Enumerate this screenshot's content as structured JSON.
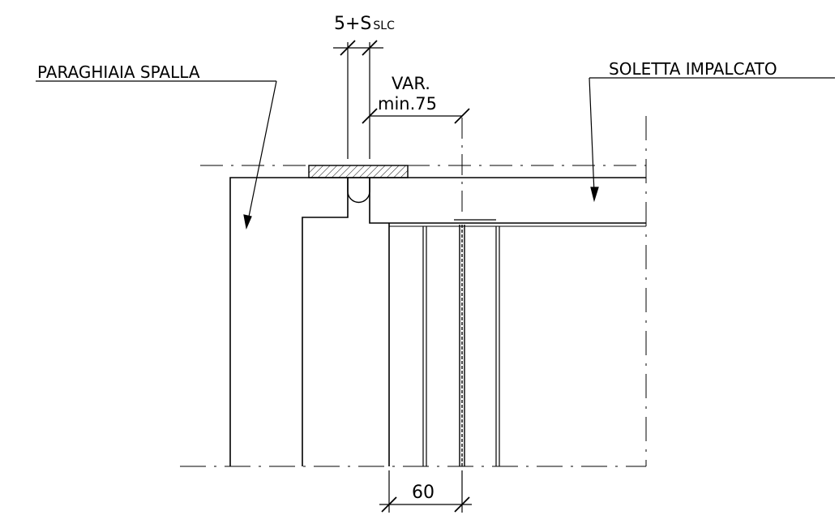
{
  "labels": {
    "left_callout": "PARAGHIAIA SPALLA",
    "right_callout": "SOLETTA IMPALCATO",
    "joint_dim_main": "5+S",
    "joint_dim_sub": "SLC",
    "gap_dim_line1": "VAR.",
    "gap_dim_line2": "min.75",
    "bottom_dim": "60"
  },
  "colors": {
    "line": "#000000",
    "background": "#ffffff"
  }
}
